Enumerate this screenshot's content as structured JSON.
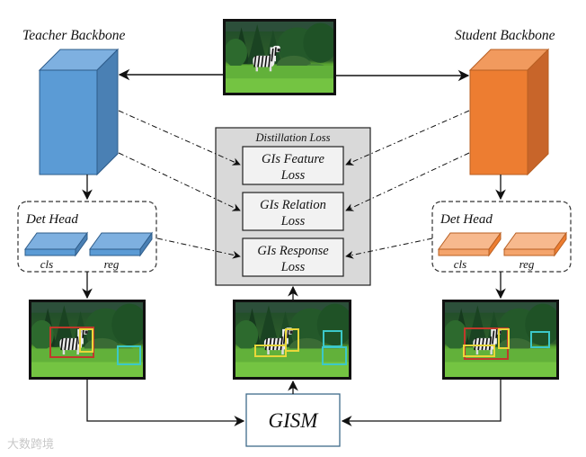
{
  "teacher": {
    "title": "Teacher Backbone",
    "color_front": "#5b9bd5",
    "color_top": "#7eb0e0",
    "color_side": "#4a80b4",
    "stroke": "#2e5c8a",
    "det_head": {
      "title": "Det Head",
      "cls_label": "cls",
      "reg_label": "reg"
    }
  },
  "student": {
    "title": "Student Backbone",
    "color_front": "#ed7d31",
    "color_top": "#f19a5e",
    "color_side": "#c8652a",
    "stroke": "#b85f22",
    "head_front": "#f4a46c",
    "head_top": "#f7b98e",
    "det_head": {
      "title": "Det Head",
      "cls_label": "cls",
      "reg_label": "reg"
    }
  },
  "distillation": {
    "title": "Distillation Loss",
    "losses": [
      {
        "line1": "GIs Feature",
        "line2": "Loss"
      },
      {
        "line1": "GIs Relation",
        "line2": "Loss"
      },
      {
        "line1": "GIs Response",
        "line2": "Loss"
      }
    ]
  },
  "gism": {
    "label": "GISM"
  },
  "images": {
    "input": "zebra-input-image",
    "teacher_detections": "zebra-teacher-detections",
    "gism_output": "zebra-gism-instances",
    "student_detections": "zebra-student-detections"
  },
  "box_colors": {
    "red": "#c0392b",
    "yellow": "#e8d73a",
    "cyan": "#3cc8c8"
  },
  "watermark": "大数跨境"
}
